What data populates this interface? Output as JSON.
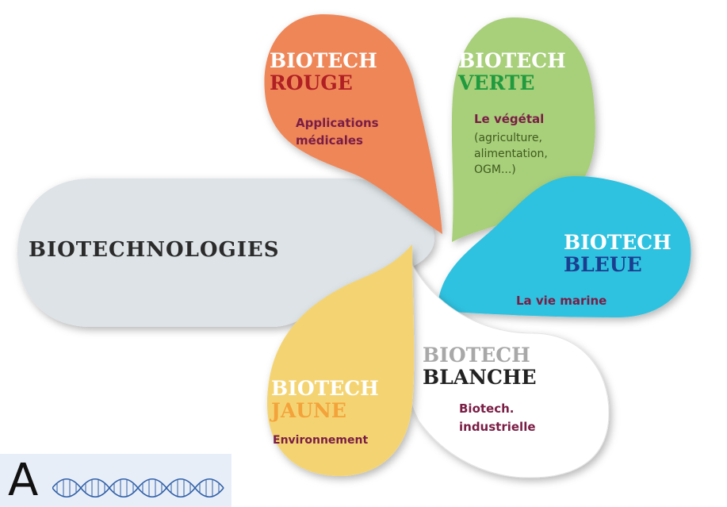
{
  "center": {
    "label": "BIOTECHNOLOGIES"
  },
  "petals": {
    "rouge": {
      "word": "BIOTECH",
      "color_name": "ROUGE",
      "desc": [
        "Applications",
        "médicales"
      ],
      "fill": "#ef8659",
      "name_color": "#b01f23",
      "desc_color": "#7a1d45"
    },
    "verte": {
      "word": "BIOTECH",
      "color_name": "VERTE",
      "desc_lead": "Le végétal",
      "desc": [
        "(agriculture,",
        "alimentation,",
        "OGM...)"
      ],
      "fill": "#a8cf7a",
      "name_color": "#1f9a3e",
      "desc_color": "#7a1d45",
      "desc_plain_color": "#3e5a1e"
    },
    "bleue": {
      "word": "BIOTECH",
      "color_name": "BLEUE",
      "desc": [
        "La vie marine"
      ],
      "fill": "#2fc2e0",
      "name_color": "#1c3d8f",
      "desc_color": "#7a1d45"
    },
    "blanche": {
      "word": "BIOTECH",
      "color_name": "BLANCHE",
      "desc": [
        "Biotech.",
        "industrielle"
      ],
      "fill": "#ffffff",
      "name_color": "#222222",
      "desc_color": "#7a1d45"
    },
    "jaune": {
      "word": "BIOTECH",
      "color_name": "JAUNE",
      "desc": [
        "Environnement"
      ],
      "fill": "#f4d472",
      "name_color": "#f4a23a",
      "desc_color": "#7a1d45"
    }
  },
  "strip": {
    "letter": "A"
  }
}
